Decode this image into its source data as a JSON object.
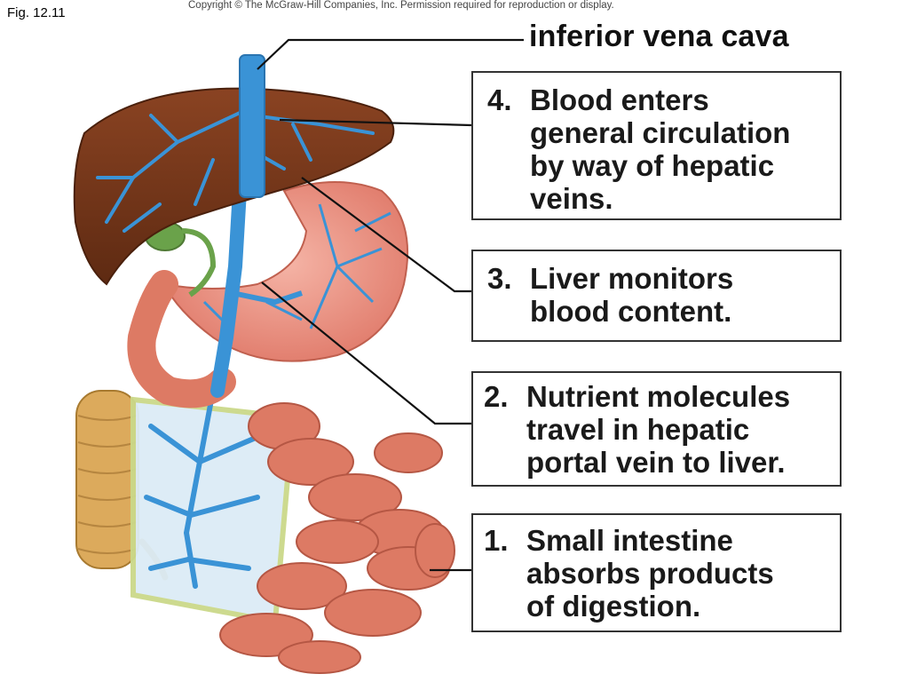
{
  "header": {
    "fig_label": "Fig. 12.11",
    "copyright": "Copyright © The McGraw-Hill Companies, Inc. Permission required for reproduction or display."
  },
  "labels": {
    "ivc": "inferior vena cava",
    "steps": [
      {
        "num": "1.",
        "lines": [
          "Small intestine",
          "absorbs products",
          "of digestion."
        ]
      },
      {
        "num": "2.",
        "lines": [
          "Nutrient molecules",
          "travel in hepatic",
          "portal vein to liver."
        ]
      },
      {
        "num": "3.",
        "lines": [
          "Liver monitors",
          "blood content."
        ]
      },
      {
        "num": "4.",
        "lines": [
          "Blood enters",
          "general circulation",
          "by way of hepatic",
          "veins."
        ]
      }
    ]
  },
  "colors": {
    "liver": "#7a3a1a",
    "vein": "#3a93d6",
    "stomach": "#eb8a7a",
    "intestine": "#d9735f",
    "colon": "#e0b66a",
    "gallbladder": "#6aa24a",
    "mesentery": "#dcecf6"
  }
}
